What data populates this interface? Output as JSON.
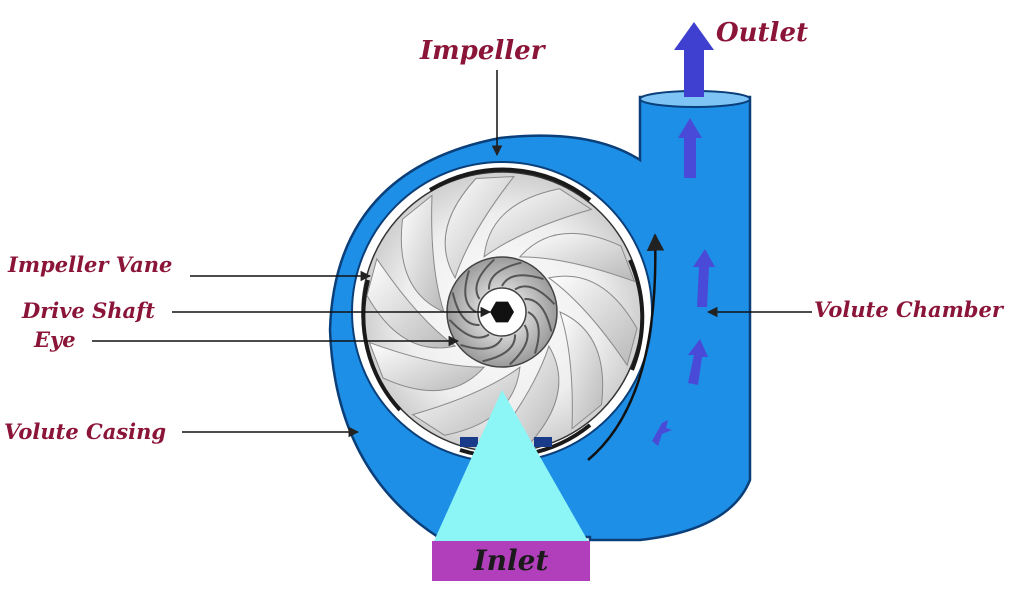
{
  "labels": {
    "outlet": "Outlet",
    "impeller": "Impeller",
    "impeller_vane": "Impeller Vane",
    "drive_shaft": "Drive Shaft",
    "eye": "Eye",
    "volute_casing": "Volute Casing",
    "volute_chamber": "Volute Chamber",
    "inlet": "Inlet"
  },
  "colors": {
    "casing": "#1e8fe6",
    "casing_outline": "#0a3f7a",
    "flow_arrow": "#4a4ad8",
    "inlet_cone": "#8cf6f6",
    "inlet_box": "#b13fbb",
    "label": "#8b1538"
  }
}
